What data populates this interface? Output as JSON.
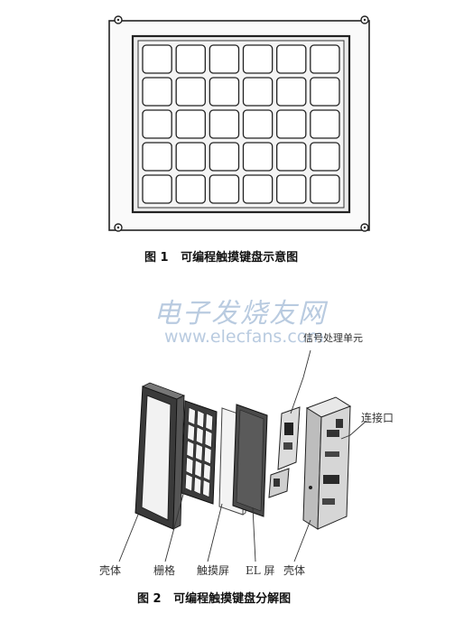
{
  "figure1": {
    "caption": "图 1   可编程触摸键盘示意图",
    "keypad_rows": 5,
    "keypad_cols": 6
  },
  "figure2": {
    "caption": "图 2   可编程触摸键盘分解图",
    "labels": {
      "signal_unit": "信号处理单元",
      "connector": "连接口",
      "shell_left": "壳体",
      "grid": "栅格",
      "touch_screen": "触摸屏",
      "el_screen": "EL 屏",
      "shell_right": "壳体"
    }
  },
  "watermark": {
    "cn": "电子发烧友网",
    "url": "www.elecfans.com"
  }
}
